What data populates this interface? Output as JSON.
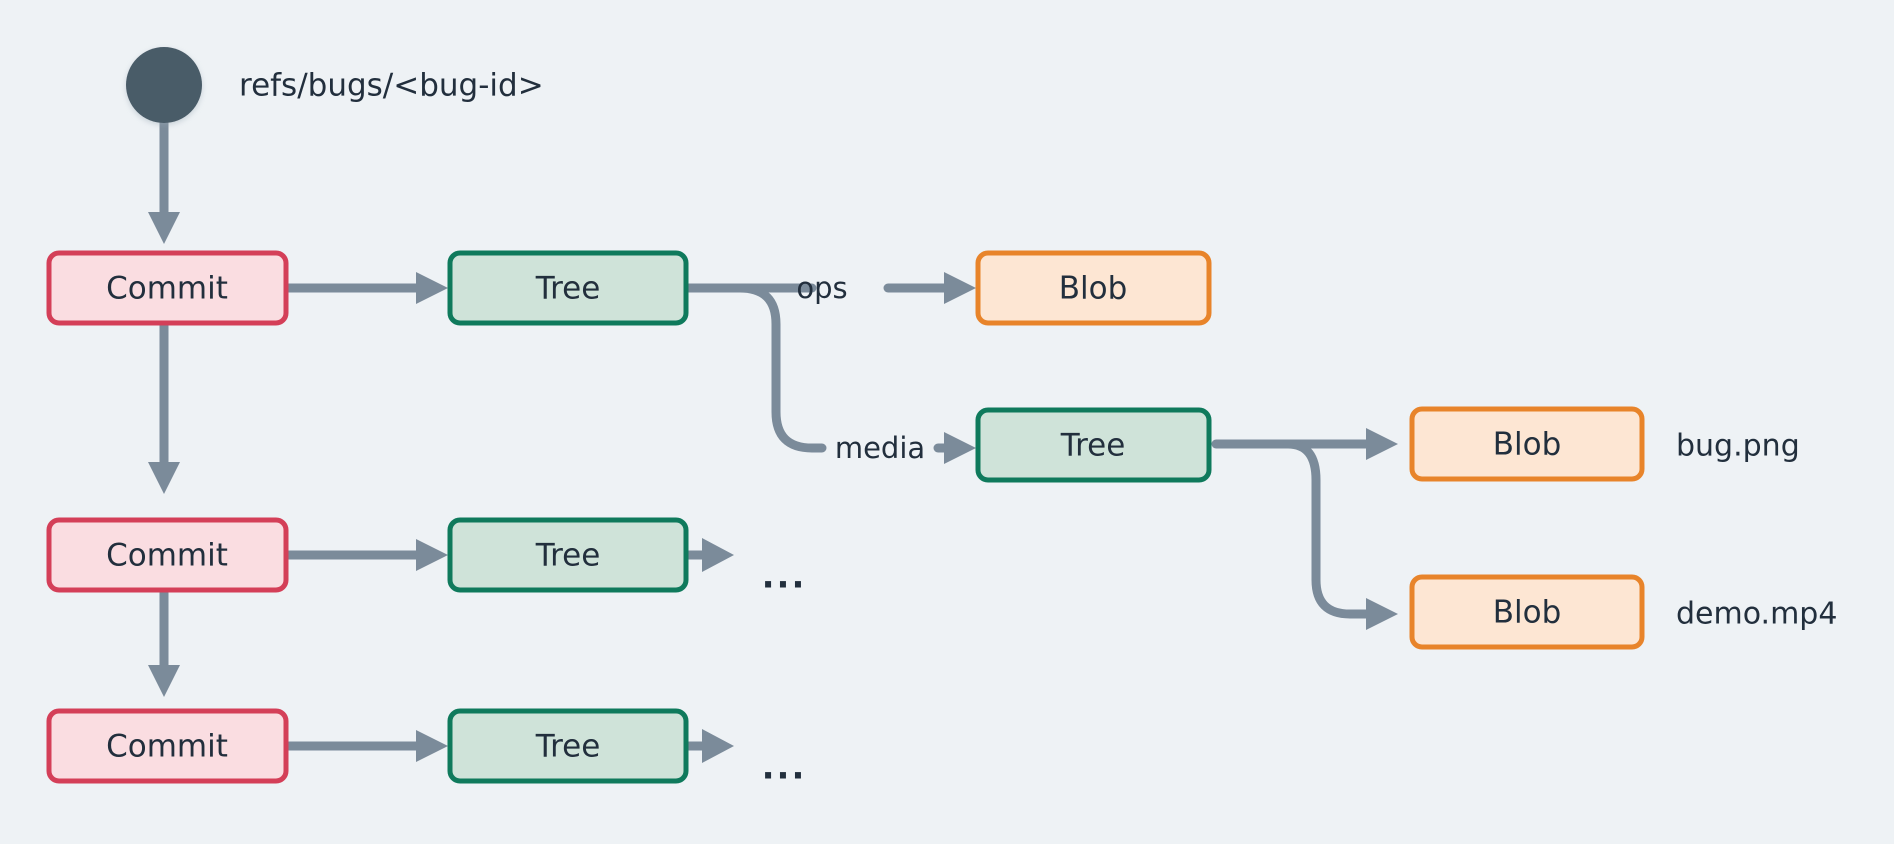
{
  "diagram": {
    "title": "git object graph for refs/bugs/<bug-id>",
    "background_color": "#eef2f5",
    "ref": {
      "label": "refs/bugs/<bug-id>",
      "marker_color": "#4a5b68"
    },
    "palette": {
      "commit_fill": "#fadde1",
      "commit_stroke": "#d43f58",
      "tree_fill": "#cfe3d9",
      "tree_stroke": "#0f7a5c",
      "blob_fill": "#fde6d3",
      "blob_stroke": "#e8842a",
      "edge": "#7b8b9a",
      "text": "#222f3d"
    },
    "nodes": {
      "commit_1": {
        "label": "Commit",
        "type": "commit"
      },
      "commit_2": {
        "label": "Commit",
        "type": "commit"
      },
      "commit_3": {
        "label": "Commit",
        "type": "commit"
      },
      "tree_1": {
        "label": "Tree",
        "type": "tree"
      },
      "tree_2": {
        "label": "Tree",
        "type": "tree"
      },
      "tree_3": {
        "label": "Tree",
        "type": "tree"
      },
      "tree_media": {
        "label": "Tree",
        "type": "tree"
      },
      "blob_ops": {
        "label": "Blob",
        "type": "blob"
      },
      "blob_bug_png": {
        "label": "Blob",
        "type": "blob"
      },
      "blob_demo_mp4": {
        "label": "Blob",
        "type": "blob"
      }
    },
    "edge_labels": {
      "ops": "ops",
      "media": "media"
    },
    "file_labels": {
      "bug_png": "bug.png",
      "demo_mp4": "demo.mp4"
    },
    "ellipsis": {
      "tree_2_more": "...",
      "tree_3_more": "..."
    }
  }
}
